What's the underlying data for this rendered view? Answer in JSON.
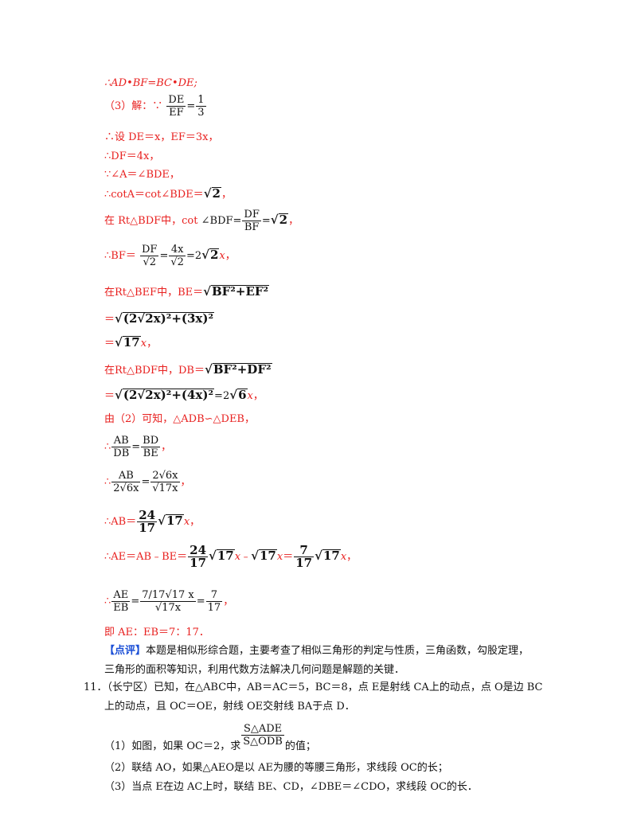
{
  "lines": {
    "l1": "∴AD•BF=BC•DE;",
    "l2_prefix": "（3）解：∵",
    "l3": "∴设 DE＝x，EF＝3x，",
    "l4": "∴DF＝4x，",
    "l5": "∵∠A＝∠BDE，",
    "l6": "∴cotA＝cot∠BDE＝",
    "l7_prefix": "在 Rt△BDF中，cot",
    "l8_prefix": "∴BF＝",
    "l9_prefix": "在Rt△BEF中，BE＝",
    "l10_prefix": "＝",
    "l11_prefix": "＝",
    "l12_prefix": "在Rt△BDF中，DB＝",
    "l13_prefix": "＝",
    "l14": "由（2）可知，△ADB∽△DEB，",
    "l15_prefix": "∴",
    "l16_prefix": "∴",
    "l17_prefix": "∴AB＝",
    "l18_prefix": "∴AE＝AB﹣BE＝",
    "l19_prefix": "∴",
    "l20": "即 AE：EB＝7：17．"
  },
  "math": {
    "de": "DE",
    "ef": "EF",
    "one": "1",
    "three": "3",
    "sqrt2": "2",
    "bdf": "∠BDF",
    "df": "DF",
    "bf": "BF",
    "four_x": "4x",
    "two": "2",
    "x": "x",
    "bf2_df2": "BF²+EF²",
    "expr1": "(2√2x)²+(3x)²",
    "seventeen": "17",
    "bf2_df2b": "BF²+DF²",
    "expr2": "(2√2x)²+(4x)²",
    "six": "6",
    "ab": "AB",
    "db": "DB",
    "bd": "BD",
    "be": "BE",
    "two_sqrt6x": "2√6x",
    "sqrt17x": "√17x",
    "twentyfour": "24",
    "seven": "7",
    "seventeen_sqrt17x": "√17 x",
    "ae": "AE",
    "eb": "EB"
  },
  "comment": {
    "tag": "【点评】",
    "text1": "本题是相似形综合题，主要考查了相似三角形的判定与性质，三角函数，勾股定理，",
    "text2": "三角形的面积等知识，利用代数方法解决几何问题是解题的关键．"
  },
  "problem": {
    "line1": "11．（长宁区）已知，在△ABC中，AB＝AC＝5，BC＝8，点 E是射线 CA上的动点，点 O是边 BC",
    "line2": "上的动点，且 OC＝OE，射线 OE交射线 BA于点 D．",
    "frac_num": "S△ADE",
    "frac_den": "S△ODB",
    "q1": "（1）如图，如果 OC＝2，求",
    "q1_suffix": "的值；",
    "q2": "（2）联结 AO，如果△AEO是以 AE为腰的等腰三角形，求线段 OC的长；",
    "q3": "（3）当点 E在边 AC上时，联结 BE、CD，∠DBE＝∠CDO，求线段 OC的长．"
  }
}
